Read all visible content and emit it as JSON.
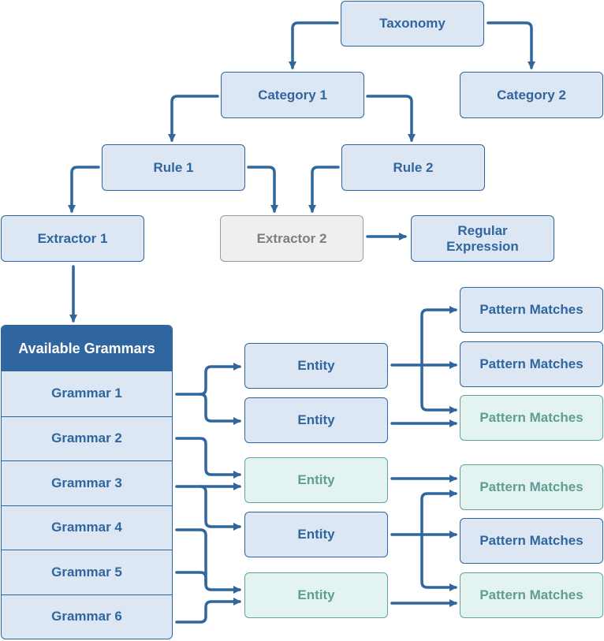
{
  "nodes": {
    "taxonomy": "Taxonomy",
    "category1": "Category 1",
    "category2": "Category 2",
    "rule1": "Rule 1",
    "rule2": "Rule 2",
    "extractor1": "Extractor 1",
    "extractor2": "Extractor 2",
    "regex_line1": "Regular",
    "regex_line2": "Expression"
  },
  "grammars": {
    "header": "Available Grammars",
    "items": [
      "Grammar 1",
      "Grammar 2",
      "Grammar 3",
      "Grammar 4",
      "Grammar 5",
      "Grammar 6"
    ]
  },
  "entities": [
    "Entity",
    "Entity",
    "Entity",
    "Entity",
    "Entity"
  ],
  "pattern_matches": [
    "Pattern Matches",
    "Pattern Matches",
    "Pattern Matches",
    "Pattern Matches",
    "Pattern Matches",
    "Pattern Matches"
  ],
  "colors": {
    "primary": "#2f66a0",
    "box_fill": "#dce7f3",
    "gray_fill": "#efefef",
    "gray_text": "#7e7e7e",
    "teal_fill": "#e3f3f1",
    "teal_border": "#5fa69a",
    "teal_text": "#5f9e94"
  }
}
